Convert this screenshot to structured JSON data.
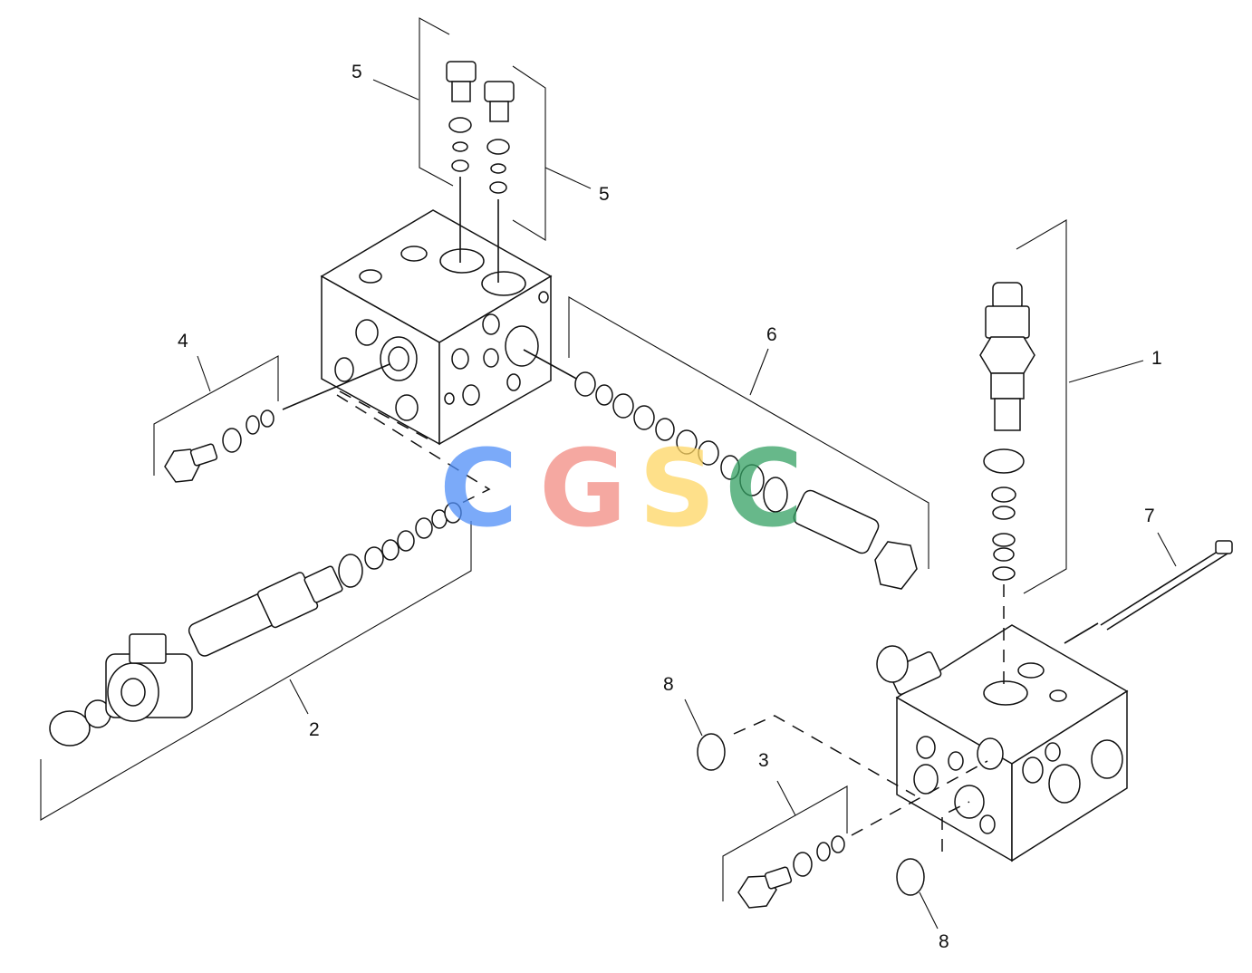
{
  "callouts": [
    "1",
    "2",
    "3",
    "4",
    "5",
    "5",
    "6",
    "7",
    "8",
    "8"
  ],
  "watermark": {
    "letters": [
      "C",
      "G",
      "S",
      "C"
    ],
    "colors": [
      "#4f8ef7",
      "#f28b82",
      "#fdd663",
      "#34a063"
    ],
    "opacity": 0.75
  }
}
